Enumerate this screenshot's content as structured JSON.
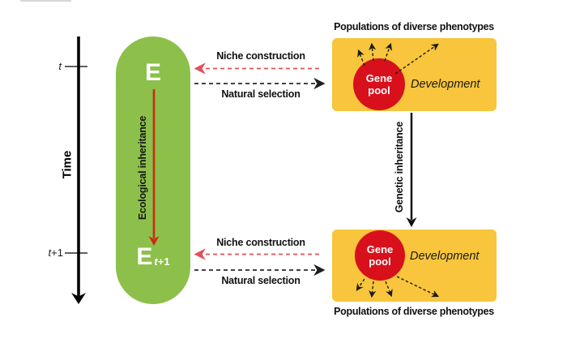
{
  "colors": {
    "green": "#8CC04B",
    "yellow": "#F8C53C",
    "red_circle": "#D8101B",
    "red_arrow": "#CF2A10",
    "red_dashed": "#E1525B",
    "ink": "#141414"
  },
  "timeline": {
    "label": "Time",
    "tick_top_label": "t",
    "tick_bottom_var": "t",
    "tick_bottom_suffix": "+1"
  },
  "environment": {
    "state_top": "E",
    "state_bottom_base": "E",
    "state_bottom_sub_var": "t",
    "state_bottom_sub_suffix": "+1",
    "inheritance_label": "Ecological inheritance"
  },
  "interactions": {
    "top": {
      "niche_construction": "Niche construction",
      "natural_selection": "Natural selection"
    },
    "bottom": {
      "niche_construction": "Niche construction",
      "natural_selection": "Natural selection"
    }
  },
  "genetics": {
    "inheritance_label": "Genetic inheritance"
  },
  "populations": {
    "top": {
      "caption": "Populations of diverse phenotypes",
      "gene_pool_line1": "Gene",
      "gene_pool_line2": "pool",
      "development_label": "Development"
    },
    "bottom": {
      "caption": "Populations of diverse phenotypes",
      "gene_pool_line1": "Gene",
      "gene_pool_line2": "pool",
      "development_label": "Development"
    }
  }
}
